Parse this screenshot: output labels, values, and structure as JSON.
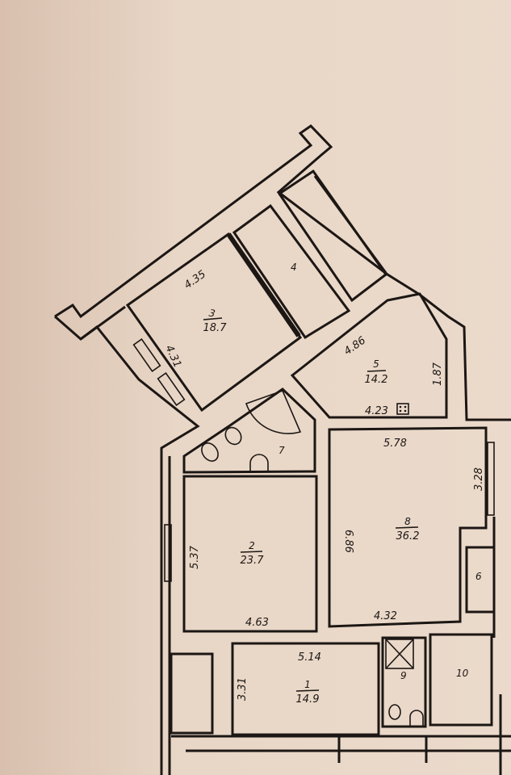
{
  "plan": {
    "rooms": [
      {
        "id": "1",
        "number": "1",
        "area": "14.9",
        "dims": [
          "5.14",
          "3.31"
        ]
      },
      {
        "id": "2",
        "number": "2",
        "area": "23.7",
        "dims": [
          "5.37",
          "4.63"
        ]
      },
      {
        "id": "3",
        "number": "3",
        "area": "18.7",
        "dims": [
          "4.35",
          "4.31"
        ]
      },
      {
        "id": "4",
        "number": "4"
      },
      {
        "id": "5",
        "number": "5",
        "area": "14.2",
        "dims": [
          "4.86",
          "1.87",
          "4.23"
        ]
      },
      {
        "id": "6",
        "number": "6"
      },
      {
        "id": "7",
        "number": "7"
      },
      {
        "id": "8",
        "number": "8",
        "area": "36.2",
        "dims": [
          "5.78",
          "3.28",
          "6.86",
          "4.32"
        ]
      },
      {
        "id": "9",
        "number": "9"
      },
      {
        "id": "10",
        "number": "10"
      }
    ],
    "colors": {
      "paper": "#e6d3c3",
      "ink": "#1c1714"
    }
  }
}
